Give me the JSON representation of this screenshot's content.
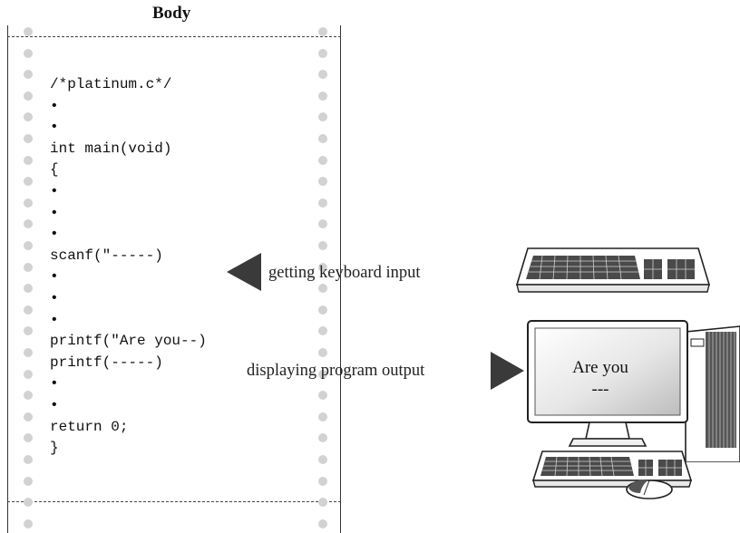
{
  "title": "Body",
  "code_lines": [
    "/*platinum.c*/",
    "•",
    "•",
    "int main(void)",
    "{",
    "•",
    "•",
    "•",
    "scanf(\"-----)",
    "•",
    "•",
    "•",
    "printf(\"Are you--)",
    "printf(-----)",
    "•",
    "•",
    "return 0;",
    "}"
  ],
  "labels": {
    "input": "getting keyboard input",
    "output": "displaying program output"
  },
  "screen": {
    "line1": "Are you",
    "line2": "---"
  },
  "icons": [
    "keyboard-icon",
    "desktop-computer-icon",
    "mouse-icon"
  ]
}
